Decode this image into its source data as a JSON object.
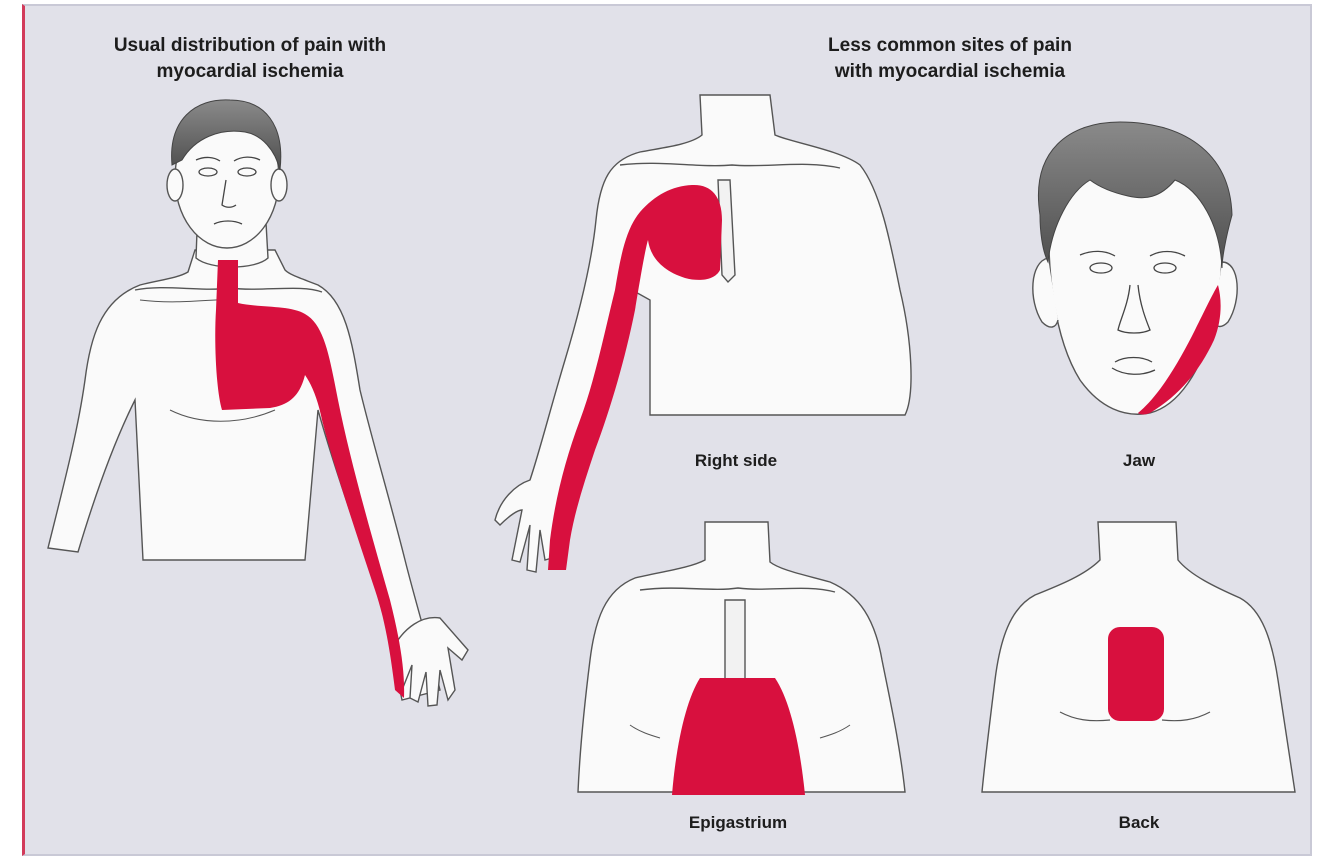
{
  "titles": {
    "usual": "Usual distribution of pain with\nmyocardial ischemia",
    "less_common": "Less common sites  of pain\nwith myocardial ischemia"
  },
  "captions": {
    "right_side": "Right side",
    "jaw": "Jaw",
    "epigastrium": "Epigastrium",
    "back": "Back"
  },
  "colors": {
    "pain": "#d8103e",
    "skin": "#fafafa",
    "hair": "#6b6b6b",
    "background": "#e1e1e9"
  }
}
